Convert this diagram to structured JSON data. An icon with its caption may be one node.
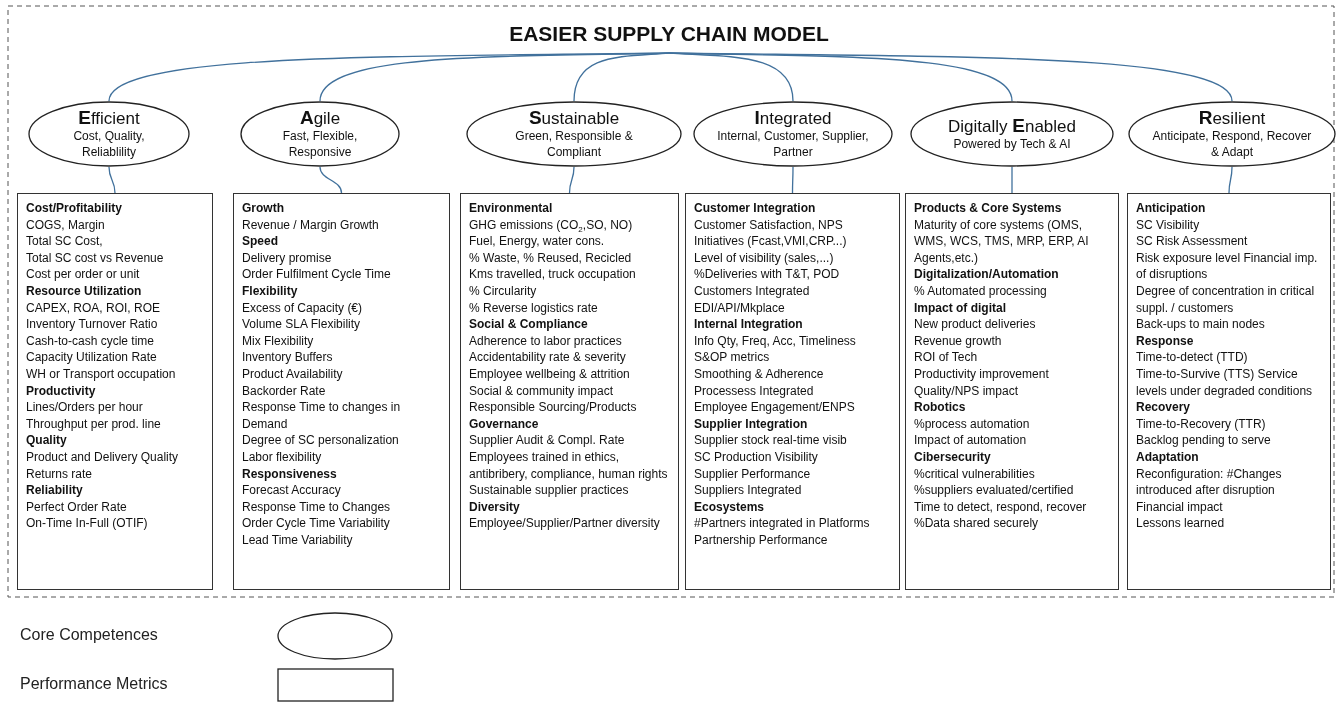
{
  "diagram": {
    "nodes": [
      {
        "text": [
          "EASIER SUPPLY CHAIN MODEL"
        ]
      },
      {
        "text": [
          "**E**fficient",
          "Cost, Quality, Reliablility"
        ]
      },
      {
        "text": [
          "**A**gile",
          "Fast, Flexible, Responsive"
        ]
      },
      {
        "text": [
          "**S**ustainable",
          "Green, Responsible & Compliant"
        ]
      },
      {
        "text": [
          "**I**ntegrated",
          "Internal, Customer, Supplier, Partner"
        ]
      },
      {
        "text": [
          "Digitally **E**nabled",
          "Powered by Tech & AI"
        ]
      },
      {
        "text": [
          "**R**esilient",
          "Anticipate, Respond, Recover & Adapt"
        ]
      },
      {
        "text": [],
        "shape": "box"
      },
      {
        "text": [
          "Cost/Profitability",
          "COGS, Margin",
          "Total SC Cost,",
          "Total SC cost vs Revenue",
          "Cost per order or unit"
        ],
        "in": 7
      },
      {
        "text": [
          "Resource Utilization",
          "CAPEX, ROA, ROI, ROE",
          "Inventory Turnover Ratio",
          "Cash-to-cash cycle time",
          "Capacity Utilization Rate",
          "WH or Transport occupation"
        ],
        "in": 7
      },
      {
        "text": [
          "Productivity",
          "Lines/Orders per hour",
          "Throughput per prod. line"
        ],
        "in": 7
      },
      {
        "text": [
          "Quality",
          "Product and Delivery Quality",
          "Returns rate"
        ],
        "in": 7
      },
      {
        "text": [
          "Reliability",
          "Perfect Order Rate",
          "On-Time In-Full (OTIF)"
        ],
        "in": 7
      },
      {
        "text": [],
        "shape": "box"
      },
      {
        "text": [
          "Growth",
          "Revenue / Margin Growth"
        ],
        "in": 13
      },
      {
        "text": [
          "Speed",
          "Delivery promise",
          "Order Fulfilment Cycle Time"
        ],
        "in": 13
      },
      {
        "text": [
          "Flexibility",
          "Excess of Capacity (€)",
          "Volume SLA Flexibility",
          "Mix Flexibility",
          "Inventory Buffers",
          "Product Availability",
          "Backorder Rate",
          "Response Time to changes in Demand",
          "Degree of SC personalization",
          "Labor flexibility"
        ],
        "in": 13
      },
      {
        "text": [
          "Responsiveness",
          "Forecast Accuracy",
          "Response Time to Changes",
          "Order Cycle Time Variability",
          "Lead Time Variability"
        ],
        "in": 13
      },
      {
        "text": [],
        "shape": "box"
      },
      {
        "text": [
          "Environmental",
          "GHG emissions (CO$_{2}$,SO, NO)",
          "Fuel, Energy, water cons.",
          "% Waste, % Reused, Recicled",
          "Kms travelled, truck occupation",
          "% Circularity",
          "% Reverse logistics rate"
        ],
        "in": 18
      },
      {
        "text": [
          "Social & Compliance",
          "Adherence to labor practices",
          "Accidentability rate & severity",
          "Employee wellbeing & attrition",
          "Social & community impact",
          "Responsible Sourcing/Products"
        ],
        "in": 18
      },
      {
        "text": [
          "Governance",
          "Supplier Audit & Compl. Rate",
          "Employees trained in ethics, antibribery, compliance, human rights",
          "Sustainable supplier practices"
        ],
        "in": 18
      },
      {
        "text": [
          "Diversity",
          "Employee/Supplier/Partner diversity"
        ],
        "in": 18
      },
      {
        "text": [],
        "shape": "box"
      },
      {
        "text": [
          "Customer Integration",
          "Customer Satisfaction, NPS",
          "Initiatives (Fcast,VMI,CRP...)",
          "Level of visibility (sales,...)",
          "%Deliveries with T&T, POD",
          "Customers Integrated",
          "EDI/API/Mkplace"
        ],
        "in": 23
      },
      {
        "text": [
          "Internal Integration",
          "Info Qty, Freq, Acc, Timeliness",
          "S&OP metrics",
          "Smoothing & Adherence",
          "Processess Integrated",
          "Employee Engagement/ENPS"
        ],
        "in": 23
      },
      {
        "text": [
          "Supplier Integration",
          "Supplier stock real-time visib",
          "SC Production Visibility",
          "Supplier Performance",
          "Suppliers Integrated"
        ],
        "in": 23
      },
      {
        "text": [
          "Ecosystems",
          "#Partners integrated in Platforms",
          "Partnership Performance"
        ],
        "in": 23
      },
      {
        "text": [],
        "shape": "box"
      },
      {
        "text": [
          "Products & Core Systems",
          "Maturity of core systems (OMS, WMS, WCS, TMS, MRP, ERP, AI Agents,etc.)"
        ],
        "in": 28
      },
      {
        "text": [
          "Digitalization/Automation",
          "% Automated processing"
        ],
        "in": 28
      },
      {
        "text": [
          "Impact of digital",
          "New product deliveries",
          "Revenue growth",
          "ROI of Tech",
          "Productivity improvement",
          "Quality/NPS impact"
        ],
        "in": 28
      },
      {
        "text": [
          "Robotics",
          "%process automation",
          "Impact of automation"
        ],
        "in": 28
      },
      {
        "text": [
          "Cibersecurity",
          "%critical vulnerabilities",
          "%suppliers evaluated/certified",
          "Time to detect, respond, recover",
          "%Data shared securely"
        ],
        "in": 28
      },
      {
        "text": [],
        "shape": "box"
      },
      {
        "text": [
          "Anticipation",
          "SC Visibility",
          "SC Risk Assessment",
          "Risk exposure level Financial imp. of disruptions",
          "Degree of concentration in critical suppl. / customers",
          "Back-ups to main nodes"
        ],
        "in": 34
      },
      {
        "text": [
          "Response",
          "Time-to-detect (TTD)",
          "Time-to-Survive (TTS) Service levels under degraded conditions"
        ],
        "in": 34
      },
      {
        "text": [
          "Recovery",
          "Time-to-Recovery (TTR)",
          "Backlog pending to serve"
        ],
        "in": 34
      },
      {
        "text": [
          "Adaptation",
          "Reconfiguration: #Changes introduced after disruption",
          "Financial impact",
          "Lessons learned"
        ],
        "in": 34
      }
    ],
    "edges": [
      {
        "from": 0,
        "to": 1,
        "arrow": "none"
      },
      {
        "from": 0,
        "to": 2,
        "arrow": "none"
      },
      {
        "from": 0,
        "to": 3,
        "arrow": "none"
      },
      {
        "from": 0,
        "to": 4,
        "arrow": "none"
      },
      {
        "from": 0,
        "to": 5,
        "arrow": "none"
      },
      {
        "from": 0,
        "to": 6,
        "arrow": "none"
      },
      {
        "from": 1,
        "to": 7,
        "arrow": "none"
      },
      {
        "from": 2,
        "to": 13,
        "arrow": "none"
      },
      {
        "from": 3,
        "to": 18,
        "arrow": "none"
      },
      {
        "from": 4,
        "to": 23,
        "arrow": "none"
      },
      {
        "from": 5,
        "to": 28,
        "arrow": "none"
      },
      {
        "from": 6,
        "to": 34,
        "arrow": "none"
      }
    ],
    "legend": [
      {
        "text": "Core Competences"
      },
      {
        "text": "Performance Metrics"
      }
    ]
  }
}
